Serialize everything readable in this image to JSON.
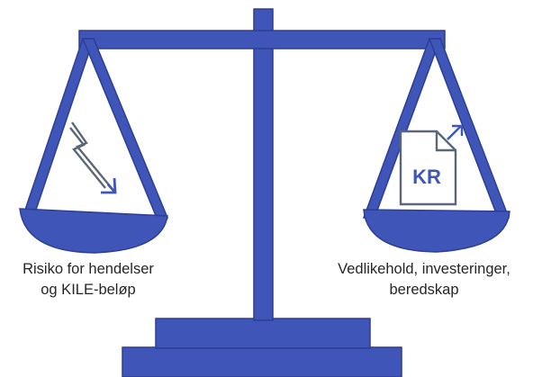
{
  "colors": {
    "scale_fill": "#3F55B8",
    "scale_stroke": "#2B3F95",
    "icon_gray": "#5B6778",
    "kr_blue": "#3F55B8",
    "text": "#262626"
  },
  "icons": {
    "left_pan": "lightning-bolt-arrow-icon",
    "right_pan": "invoice-kr-arrow-icon"
  },
  "left_pan": {
    "caption_line1": "Risiko for hendelser",
    "caption_line2": "og KILE-beløp"
  },
  "right_pan": {
    "caption_line1": "Vedlikehold, investeringer,",
    "caption_line2": "beredskap",
    "document_label": "KR"
  }
}
